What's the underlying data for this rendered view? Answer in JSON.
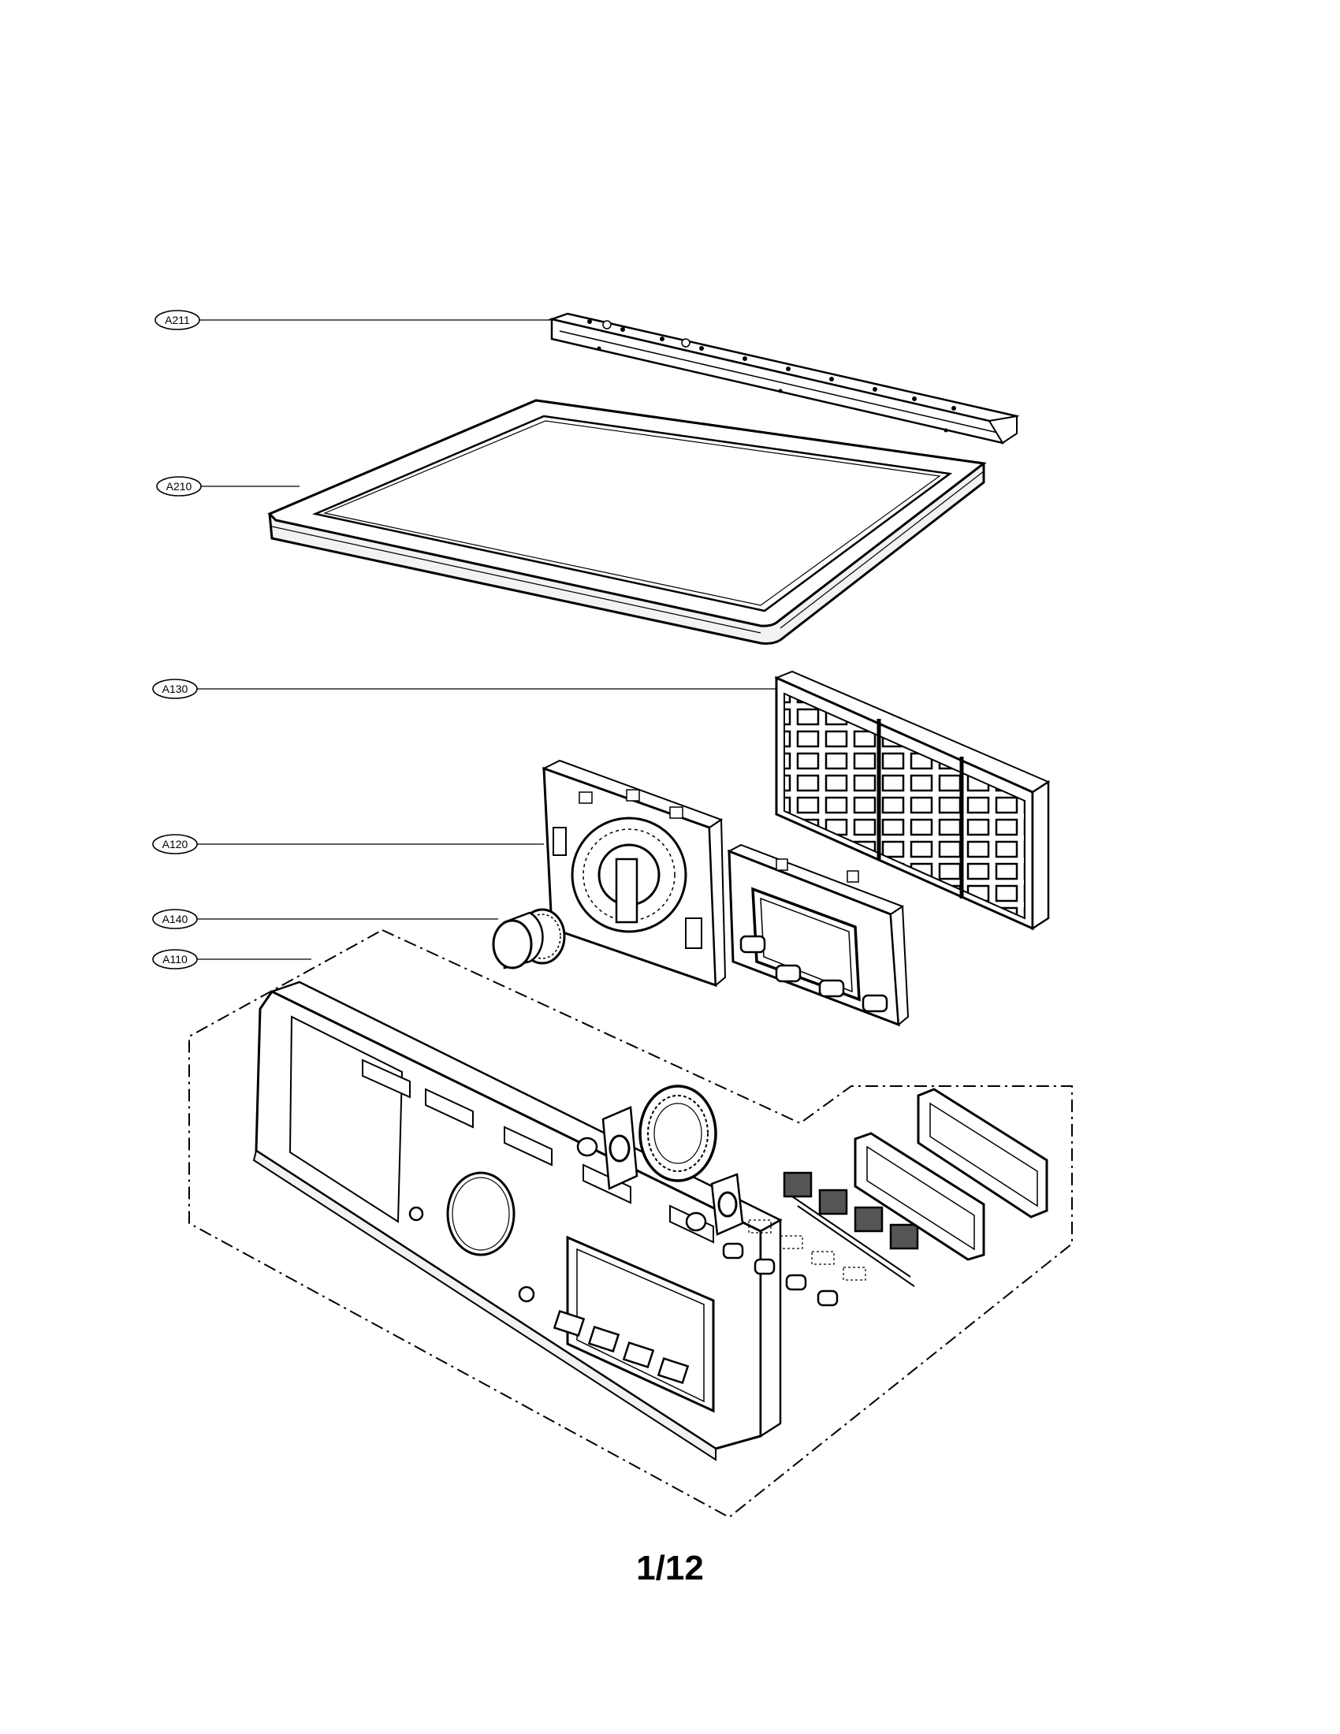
{
  "callouts": [
    {
      "id": "A211",
      "label": "A211",
      "part": "mounting-bracket"
    },
    {
      "id": "A210",
      "label": "A210",
      "part": "top-cover"
    },
    {
      "id": "A130",
      "label": "A130",
      "part": "button-grid-frame"
    },
    {
      "id": "A120",
      "label": "A120",
      "part": "control-pcb-assembly"
    },
    {
      "id": "A140",
      "label": "A140",
      "part": "control-knob"
    },
    {
      "id": "A110",
      "label": "A110",
      "part": "control-panel-assembly"
    }
  ],
  "page": {
    "number": "1/12"
  },
  "colors": {
    "line": "#000000",
    "background": "#ffffff",
    "fill": "#f2f2f2"
  }
}
